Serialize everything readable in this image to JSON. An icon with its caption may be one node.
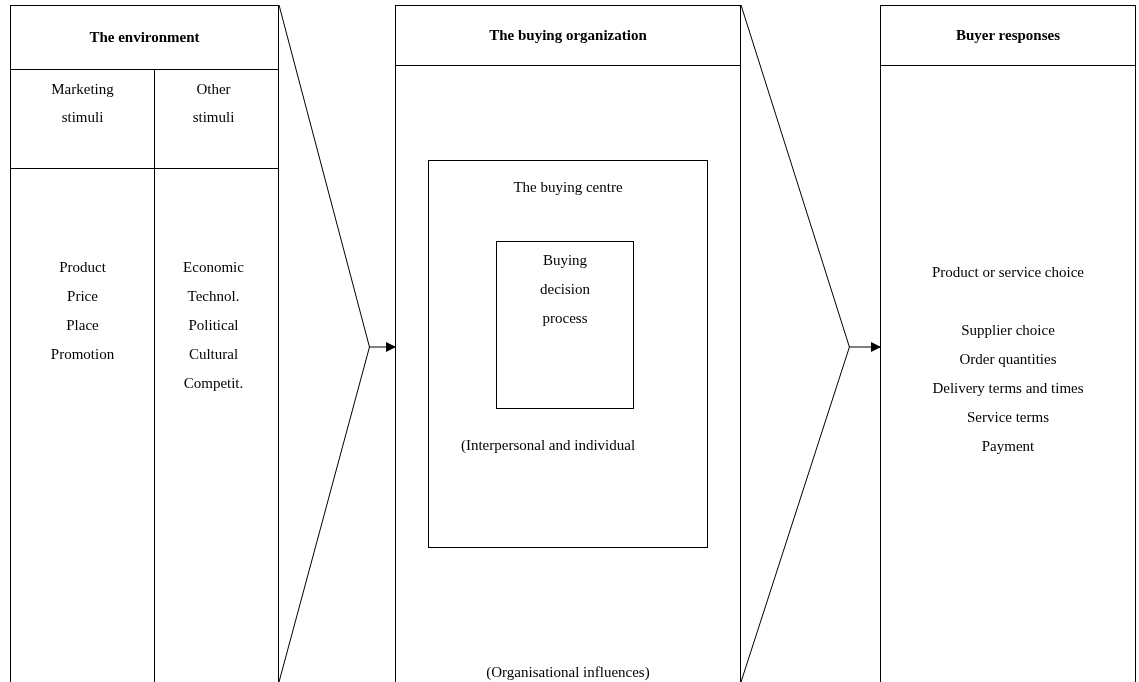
{
  "diagram": {
    "nodes": [
      {
        "text": [
          "The environment"
        ]
      },
      {
        "text": [
          "Marketing stimuli",
          "Product",
          "Price",
          "Place",
          "Promotion"
        ],
        "in": 0
      },
      {
        "text": [
          "Other stimuli",
          "Economic",
          "Technol.",
          "Political",
          "Cultural",
          "Competit."
        ],
        "in": 0
      },
      {
        "text": [
          "The buying organization",
          "(Organisational influences)"
        ]
      },
      {
        "text": [
          "The buying centre",
          "(Interpersonal and individual"
        ],
        "in": 3
      },
      {
        "text": [
          "Buying decision process"
        ],
        "in": 4
      },
      {
        "text": [
          "Buyer responses",
          "Product or service choice",
          "Supplier choice",
          "Order quantities",
          "Delivery terms and times",
          "Service terms",
          "Payment"
        ]
      }
    ],
    "edges": [
      {
        "from": 0,
        "to": 3,
        "arrow": "to"
      },
      {
        "from": 3,
        "to": 6,
        "arrow": "to"
      }
    ]
  }
}
